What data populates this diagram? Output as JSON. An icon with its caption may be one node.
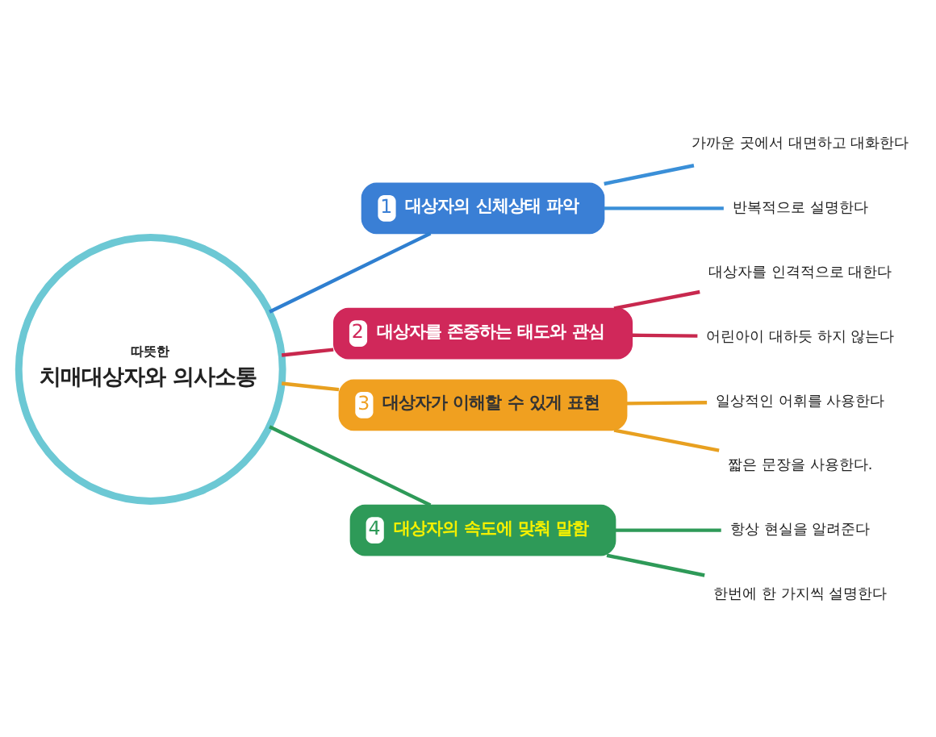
{
  "diagram": {
    "nodes": [
      {
        "text": [
          "따뜻한",
          "치매대상자와 의사소통"
        ]
      },
      {
        "text": [
          "1",
          "대상자의 신체상태 파악"
        ]
      },
      {
        "text": [
          "가까운 곳에서 대면하고 대화한다"
        ]
      },
      {
        "text": [
          "반복적으로 설명한다"
        ]
      },
      {
        "text": [
          "2",
          "대상자를 존중하는 태도와 관심"
        ]
      },
      {
        "text": [
          "대상자를 인격적으로 대한다"
        ]
      },
      {
        "text": [
          "어린아이 대하듯 하지 않는다"
        ]
      },
      {
        "text": [
          "3",
          "대상자가 이해할 수 있게 표현"
        ]
      },
      {
        "text": [
          "일상적인 어휘를 사용한다"
        ]
      },
      {
        "text": [
          "짧은 문장을 사용한다."
        ]
      },
      {
        "text": [
          "4",
          "대상자의 속도에 맞춰 말함"
        ]
      },
      {
        "text": [
          "항상 현실을 알려준다"
        ]
      },
      {
        "text": [
          "한번에 한 가지씩 설명한다"
        ]
      }
    ],
    "edges": [
      {
        "from": 0,
        "to": 1,
        "arrow": "none",
        "color": "#2f7fd0"
      },
      {
        "from": 1,
        "to": 2,
        "arrow": "none",
        "color": "#3a8fd8"
      },
      {
        "from": 1,
        "to": 3,
        "arrow": "none",
        "color": "#3a8fd8"
      },
      {
        "from": 0,
        "to": 4,
        "arrow": "none",
        "color": "#c8284e"
      },
      {
        "from": 4,
        "to": 5,
        "arrow": "none",
        "color": "#c8284e"
      },
      {
        "from": 4,
        "to": 6,
        "arrow": "none",
        "color": "#c8284e"
      },
      {
        "from": 0,
        "to": 7,
        "arrow": "none",
        "color": "#e8a020"
      },
      {
        "from": 7,
        "to": 8,
        "arrow": "none",
        "color": "#e8a020"
      },
      {
        "from": 7,
        "to": 9,
        "arrow": "none",
        "color": "#e8a020"
      },
      {
        "from": 0,
        "to": 10,
        "arrow": "none",
        "color": "#2e9a58"
      },
      {
        "from": 10,
        "to": 11,
        "arrow": "none",
        "color": "#2e9a58"
      },
      {
        "from": 10,
        "to": 12,
        "arrow": "none",
        "color": "#2e9a58"
      }
    ]
  }
}
